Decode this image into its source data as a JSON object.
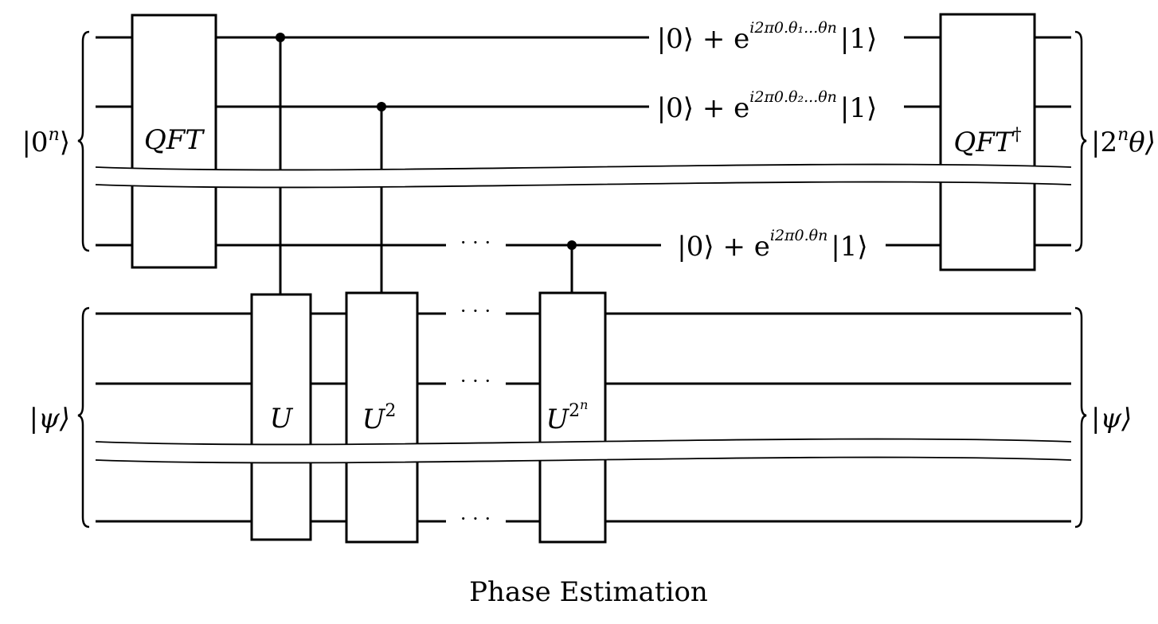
{
  "diagram": {
    "caption": "Phase Estimation",
    "inputs": {
      "top": {
        "pre": "|0",
        "sup": "n",
        "post": "⟩"
      },
      "bottom": {
        "text": "|ψ⟩"
      }
    },
    "outputs": {
      "top": {
        "pre": "|2",
        "sup": "n",
        "post": "θ⟩"
      },
      "bottom": {
        "text": "|ψ⟩"
      }
    },
    "gates": {
      "qft": "QFT",
      "qft_dagger": {
        "base": "QFT",
        "sup": "†"
      },
      "u1": "U",
      "u2": {
        "base": "U",
        "sup": "2"
      },
      "un": {
        "base": "U",
        "sup": "2",
        "supsup": "n"
      }
    },
    "states": {
      "s1": {
        "ket0": "|0⟩ + e",
        "exp": "i2π0.θ₁...θn",
        "ket1": "|1⟩"
      },
      "s2": {
        "ket0": "|0⟩ + e",
        "exp": "i2π0.θ₂...θn",
        "ket1": "|1⟩"
      },
      "s3": {
        "ket0": "|0⟩ + e",
        "exp": "i2π0.θn",
        "ket1": "|1⟩"
      }
    },
    "ellipsis": "· · ·"
  }
}
